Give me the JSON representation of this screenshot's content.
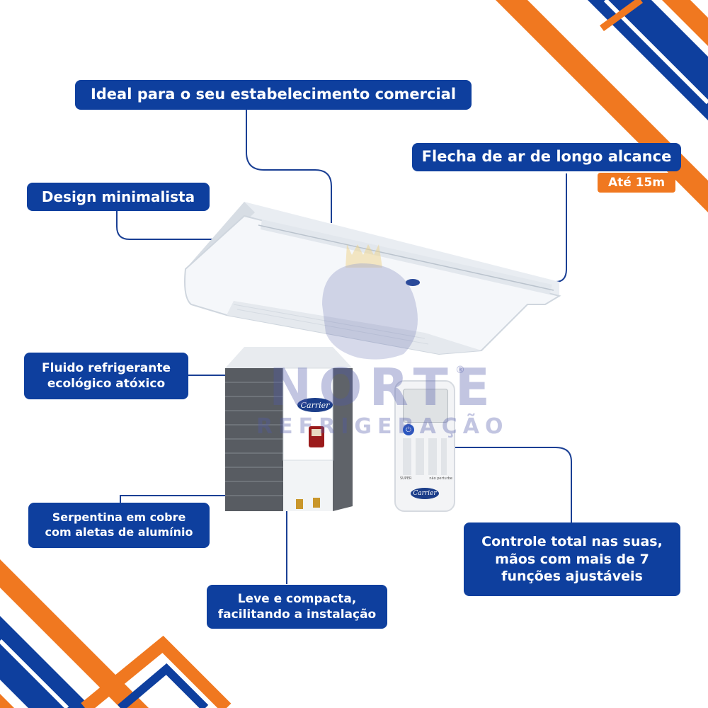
{
  "colors": {
    "label_bg": "#0e3f9e",
    "accent_orange": "#f07820",
    "connector_blue": "#1a3f94"
  },
  "labels": {
    "ideal": "Ideal para o seu estabelecimento comercial",
    "flecha": "Flecha de ar de longo alcance",
    "flecha_badge": "Até 15m",
    "design": "Design minimalista",
    "fluido": "Fluido  refrigerante\necológico atóxico",
    "serpentina": "Serpentina em cobre\ncom aletas  de alumínio",
    "controle": "Controle total nas suas,\nmãos com mais de 7\nfunções ajustáveis",
    "leve": "Leve e compacta,\nfacilitando a instalação"
  },
  "watermark": {
    "name": "NORTE",
    "subtitle": "REFRIGERAÇÃO",
    "registered": "®"
  },
  "product": {
    "brand": "Carrier",
    "remote_brand": "Carrier",
    "remote_button_labels": [
      "SUPER",
      "não perturbe"
    ]
  },
  "icons": {
    "watermark_logo": "bear-with-crown-icon",
    "power": "power-icon"
  }
}
